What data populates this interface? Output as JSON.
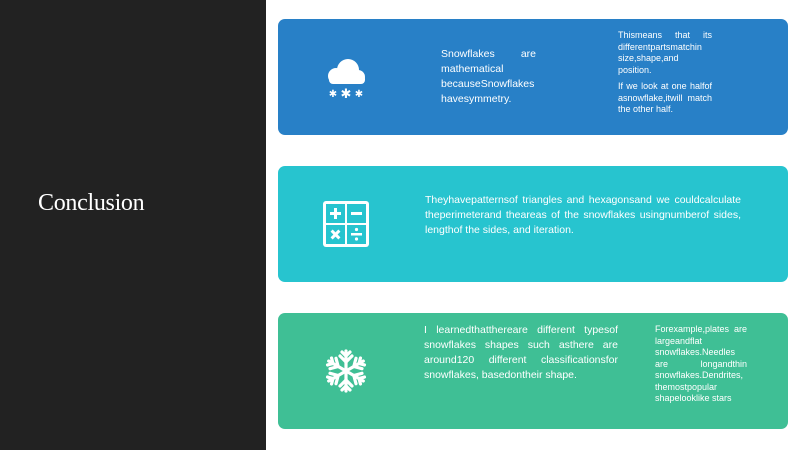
{
  "slide": {
    "title": "Conclusion"
  },
  "cards": [
    {
      "color": "#2880c7",
      "icon": "snow-cloud-icon",
      "main_text": "Snowflakes are mathematical becauseSnowflakes havesymmetry.",
      "side_text": [
        "Thismeans that its differentpartsmatchin size,shape,and position.",
        "If we look at one halfof asnowflake,itwill match the other half."
      ]
    },
    {
      "color": "#27c4cf",
      "icon": "calculator-icon",
      "main_text": "Theyhavepatternsof triangles and hexagonsand we couldcalculate theperimeterand theareas of the snowflakes usingnumberof sides, lengthof the sides, and iteration."
    },
    {
      "color": "#3fbf95",
      "icon": "snowflake-icon",
      "main_text": "I learnedthatthereare different typesof snowflakes shapes such asthere are around120 different classificationsfor snowflakes, basedontheir shape.",
      "side_text": "Forexample,plates are largeandflat snowflakes.Needles are longandthin snowflakes.Dendrites, themostpopular shapelooklike stars"
    }
  ]
}
